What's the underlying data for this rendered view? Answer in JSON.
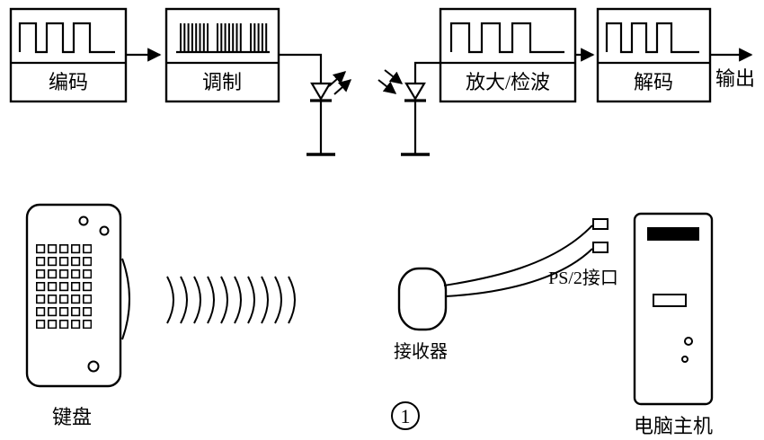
{
  "figure": {
    "blocks": {
      "encode": "编码",
      "modulate": "调制",
      "amplify_detect": "放大/检波",
      "decode": "解码"
    },
    "labels": {
      "output": "输出",
      "keyboard": "键盘",
      "receiver": "接收器",
      "ps2_port": "PS/2接口",
      "computer": "电脑主机",
      "figure_number": "1"
    },
    "icons": {
      "wave1": "square-wave-icon",
      "wave2": "modulated-burst-wave-icon",
      "wave3": "square-wave-icon",
      "wave4": "square-wave-icon",
      "emitter": "ir-led-emitter-icon",
      "detector": "ir-photodiode-icon",
      "radio_waves": "wireless-waves-icon"
    },
    "colors": {
      "ink": "#000000",
      "background": "#ffffff"
    }
  }
}
